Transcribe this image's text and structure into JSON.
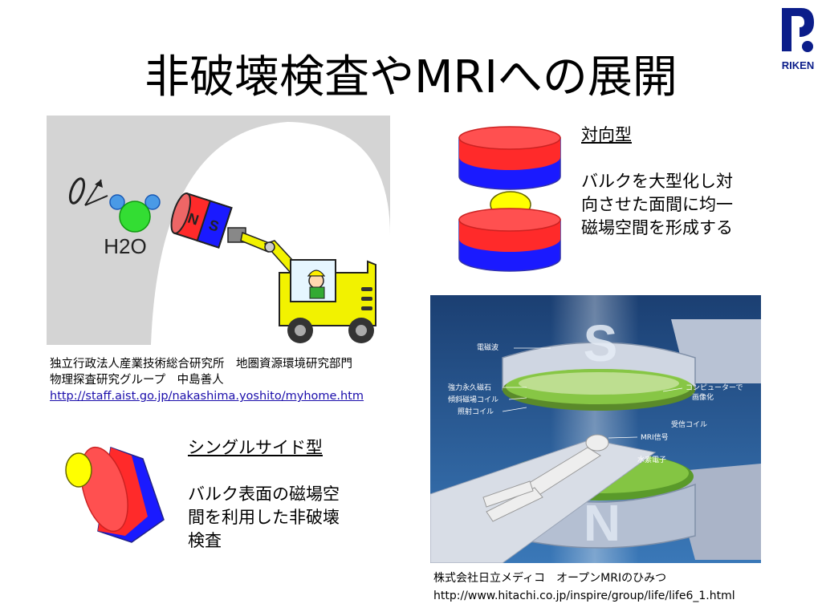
{
  "title": "非破壊検査やMRIへの展開",
  "logo": {
    "text": "RIKEN"
  },
  "ndt_figure": {
    "molecule_label": "H2O",
    "magnet_n": "N",
    "magnet_s": "S"
  },
  "aist_credit": {
    "line1": "独立行政法人産業技術総合研究所　地圏資源環境研究部門",
    "line2": "物理探査研究グループ　中島善人",
    "url": "http://staff.aist.go.jp/nakashima.yoshito/myhome.htm"
  },
  "facing": {
    "heading": "対向型",
    "lines": [
      "バルクを大型化し対",
      "向させた面間に均一",
      "磁場空間を形成する"
    ]
  },
  "mri": {
    "pole_top": "S",
    "pole_bottom": "N",
    "labels": {
      "em_wave": "電磁波",
      "permanent_magnet": "強力永久磁石",
      "gradient_coil": "傾斜磁場コイル",
      "transmit_coil": "照射コイル",
      "computer": "コンピューターで",
      "imaging": "画像化",
      "receive_coil": "受信コイル",
      "mri_signal": "MRI信号",
      "hydrogen": "水素電子"
    }
  },
  "hitachi_credit": {
    "line1": "株式会社日立メディコ　オープンMRIのひみつ",
    "url": "http://www.hitachi.co.jp/inspire/group/life/life6_1.html"
  },
  "single": {
    "heading": "シングルサイド型",
    "lines": [
      "バルク表面の磁場空",
      "間を利用した非破壊",
      "検査"
    ]
  },
  "colors": {
    "red": "#ff2a2a",
    "blue": "#1a1aff",
    "yellow": "#ffff00",
    "green": "#22dd22",
    "mri_bg": "#2a5a9a"
  }
}
